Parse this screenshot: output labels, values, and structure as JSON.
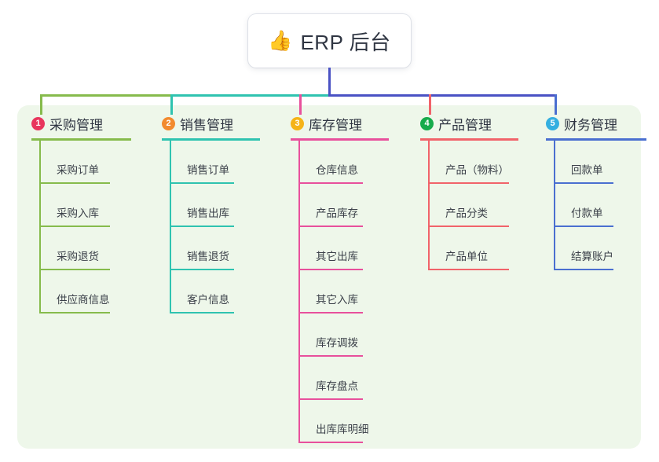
{
  "diagram": {
    "type": "mindmap",
    "root": {
      "icon": "thumbs-up-icon",
      "icon_glyph": "👍",
      "title": "ERP 后台"
    },
    "panel_color": "#eef7ea",
    "branches": [
      {
        "number": "1",
        "title": "采购管理",
        "badge_color": "#e8365d",
        "line_color": "#86bb4c",
        "items": [
          "采购订单",
          "采购入库",
          "采购退货",
          "供应商信息"
        ]
      },
      {
        "number": "2",
        "title": "销售管理",
        "badge_color": "#f28a2e",
        "line_color": "#2fc3b0",
        "items": [
          "销售订单",
          "销售出库",
          "销售退货",
          "客户信息"
        ]
      },
      {
        "number": "3",
        "title": "库存管理",
        "badge_color": "#f5b316",
        "line_color": "#e8509c",
        "items": [
          "仓库信息",
          "产品库存",
          "其它出库",
          "其它入库",
          "库存调拨",
          "库存盘点",
          "出库库明细"
        ]
      },
      {
        "number": "4",
        "title": "产品管理",
        "badge_color": "#16ab4b",
        "line_color": "#f1636a",
        "items": [
          "产品（物料）",
          "产品分类",
          "产品单位"
        ]
      },
      {
        "number": "5",
        "title": "财务管理",
        "badge_color": "#34afe0",
        "line_color": "#4a6fd0",
        "items": [
          "回款单",
          "付款单",
          "结算账户"
        ]
      }
    ],
    "bus": {
      "stem_color": "#4a52c4",
      "segments": [
        {
          "color": "#86bb4c"
        },
        {
          "color": "#2fc3b0"
        },
        {
          "color": "#4a52c4"
        }
      ]
    }
  }
}
